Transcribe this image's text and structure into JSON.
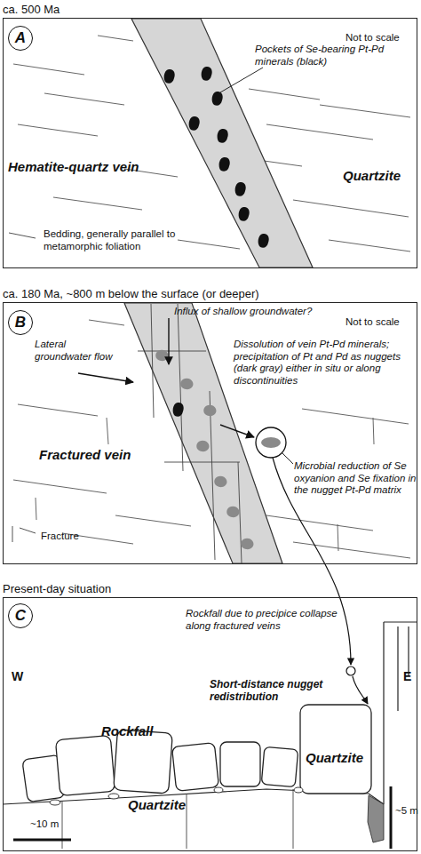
{
  "diagram": {
    "nodes": [
      {
        "text": [
          "ca. 500 Ma",
          "A",
          "Not to scale",
          "Pockets of Se-bearing Pt-Pd minerals (black)",
          "Hematite-quartz vein",
          "Quartzite",
          "Bedding, generally parallel to metamorphic foliation"
        ]
      },
      {
        "text": [
          "ca. 180 Ma, ~800 m below the surface (or deeper)",
          "B",
          "Not to scale",
          "Influx of shallow groundwater?",
          "Lateral groundwater flow",
          "Dissolution of vein Pt-Pd minerals; precipitation of Pt and Pd as nuggets (dark gray) either in situ or along discontinuities",
          "Fractured vein",
          "Microbial reduction of Se oxyanion and Se fixation in the nugget Pt-Pd matrix",
          "Fracture"
        ]
      },
      {
        "text": [
          "Present-day situation",
          "C",
          "Rockfall due to precipice collapse along fractured veins",
          "W",
          "Short-distance nugget redistribution",
          "E",
          "Rockfall",
          "Quartzite",
          "Quartzite",
          "~5 m",
          "~10 m"
        ]
      }
    ]
  }
}
